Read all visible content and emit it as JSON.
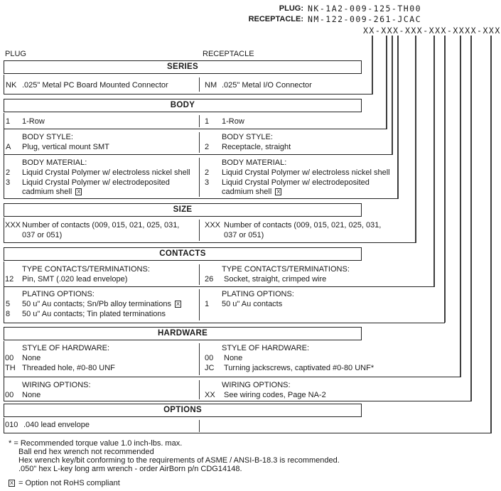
{
  "header": {
    "plug_label": "PLUG:",
    "plug_value": "NK-1A2-009-125-TH00",
    "receptacle_label": "RECEPTACLE:",
    "receptacle_value": "NM-122-009-261-JCAC",
    "generic_pattern": "XX-XXX-XXX-XXX-XXXX-XXX"
  },
  "columns": {
    "left_label": "PLUG",
    "right_label": "RECEPTACLE"
  },
  "series": {
    "title": "SERIES",
    "left": {
      "code": "NK",
      "desc": ".025\" Metal PC Board Mounted Connector"
    },
    "right": {
      "code": "NM",
      "desc": ".025\" Metal I/O Connector"
    }
  },
  "body_section": {
    "title": "BODY",
    "row": {
      "left": {
        "code": "1",
        "desc": "1-Row"
      },
      "right": {
        "code": "1",
        "desc": "1-Row"
      }
    },
    "style": {
      "heading": "BODY STYLE:",
      "left": {
        "code": "A",
        "desc": "Plug, vertical mount SMT"
      },
      "right": {
        "code": "2",
        "desc": "Receptacle, straight"
      }
    },
    "material": {
      "heading": "BODY MATERIAL:",
      "row2": {
        "code": "2",
        "desc": "Liquid Crystal Polymer w/ electroless nickel shell"
      },
      "row3": {
        "code": "3",
        "desc_line1": "Liquid Crystal Polymer w/ electrodeposited",
        "desc_line2": "cadmium shell"
      }
    }
  },
  "size_section": {
    "title": "SIZE",
    "code": "XXX",
    "desc_line1": "Number of contacts (009, 015, 021, 025, 031,",
    "desc_line2": "037 or 051)"
  },
  "contacts_section": {
    "title": "CONTACTS",
    "type": {
      "heading": "TYPE CONTACTS/TERMINATIONS:",
      "left": {
        "code": "12",
        "desc": "Pin, SMT (.020 lead envelope)"
      },
      "right": {
        "code": "26",
        "desc": "Socket, straight, crimped wire"
      }
    },
    "plating": {
      "heading": "PLATING OPTIONS:",
      "left_row1": {
        "code": "5",
        "desc": "50 u\" Au contacts; Sn/Pb alloy terminations"
      },
      "left_row2": {
        "code": "8",
        "desc": "50 u\" Au contacts; Tin plated terminations"
      },
      "right": {
        "code": "1",
        "desc": "50 u\" Au contacts"
      }
    }
  },
  "hardware_section": {
    "title": "HARDWARE",
    "style": {
      "heading": "STYLE OF HARDWARE:",
      "left_row1": {
        "code": "00",
        "desc": "None"
      },
      "left_row2": {
        "code": "TH",
        "desc": "Threaded hole, #0-80 UNF"
      },
      "right_row1": {
        "code": "00",
        "desc": "None"
      },
      "right_row2": {
        "code": "JC",
        "desc": "Turning jackscrews, captivated #0-80 UNF*"
      }
    },
    "wiring": {
      "heading": "WIRING OPTIONS:",
      "left": {
        "code": "00",
        "desc": "None"
      },
      "right": {
        "code": "XX",
        "desc": "See wiring codes, Page NA-2"
      }
    }
  },
  "options_section": {
    "title": "OPTIONS",
    "left": {
      "code": "010",
      "desc": ".040 lead envelope"
    }
  },
  "footnotes": {
    "line1": "* = Recommended torque value 1.0 inch-lbs. max.",
    "line2": "Ball end hex wrench not recommended",
    "line3": "Hex wrench key/bit conforming to the requirements of ASME / ANSI-B-18.3 is recommended.",
    "line4": ".050\" hex L-key long arm wrench - order AirBorn p/n CDG14148.",
    "rohs_note": "= Option not RoHS compliant"
  },
  "icons": {
    "not_rohs_x": "X"
  }
}
